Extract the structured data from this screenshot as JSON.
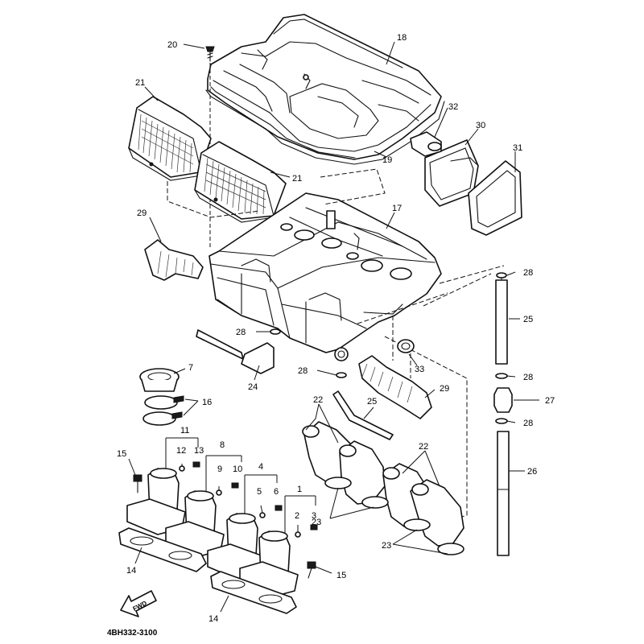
{
  "diagram_code": "4BH332-3100",
  "fwd_label": "FWD",
  "callouts": {
    "c1": "1",
    "c2": "2",
    "c3": "3",
    "c4": "4",
    "c5": "5",
    "c6": "6",
    "c7": "7",
    "c8": "8",
    "c9": "9",
    "c10": "10",
    "c11": "11",
    "c12": "12",
    "c13": "13",
    "c14a": "14",
    "c14b": "14",
    "c15a": "15",
    "c15b": "15",
    "c16": "16",
    "c17": "17",
    "c18": "18",
    "c19": "19",
    "c20": "20",
    "c21a": "21",
    "c21b": "21",
    "c22a": "22",
    "c22b": "22",
    "c23a": "23",
    "c23b": "23",
    "c24": "24",
    "c25a": "25",
    "c25b": "25",
    "c26": "26",
    "c27": "27",
    "c28a": "28",
    "c28b": "28",
    "c28c": "28",
    "c28d": "28",
    "c28e": "28",
    "c29a": "29",
    "c29b": "29",
    "c30": "30",
    "c31": "31",
    "c32": "32",
    "c33": "33"
  }
}
